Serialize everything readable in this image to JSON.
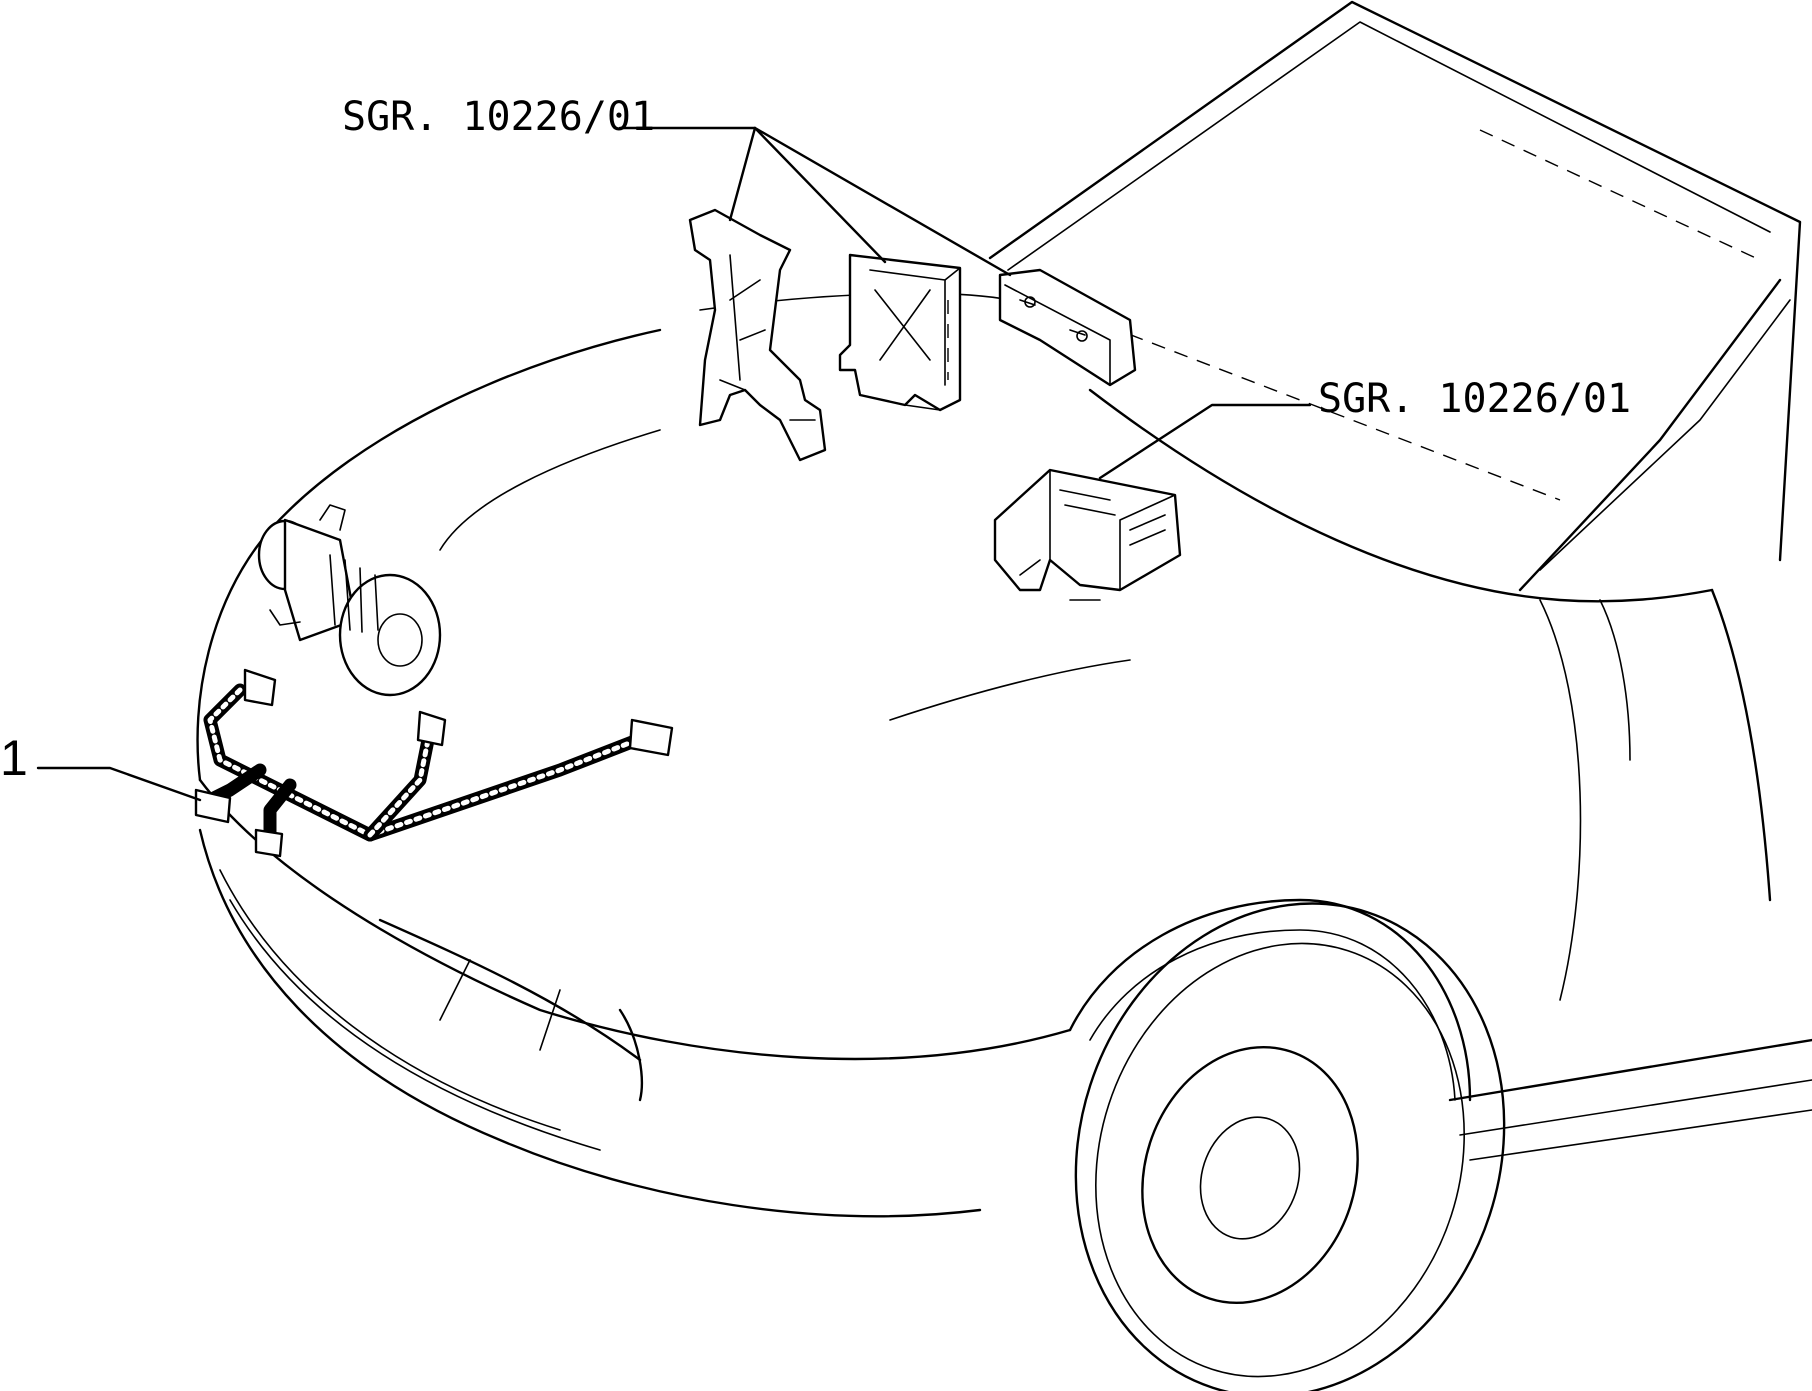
{
  "callouts": {
    "upper": "SGR. 10226/01",
    "lower": "SGR. 10226/01"
  },
  "reference": {
    "harness": "1"
  }
}
